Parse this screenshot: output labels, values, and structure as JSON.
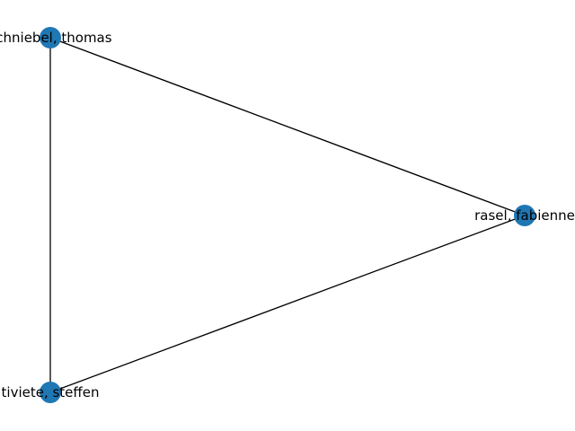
{
  "graph": {
    "node_color": "#1f77b4",
    "edge_color": "#000000",
    "nodes": [
      {
        "id": "n1",
        "label": "schniebel, thomas"
      },
      {
        "id": "n2",
        "label": "rasel, fabienne"
      },
      {
        "id": "n3",
        "label": "tiviete, steffen"
      }
    ],
    "edges": [
      {
        "source": "n1",
        "target": "n2"
      },
      {
        "source": "n1",
        "target": "n3"
      },
      {
        "source": "n2",
        "target": "n3"
      }
    ]
  }
}
